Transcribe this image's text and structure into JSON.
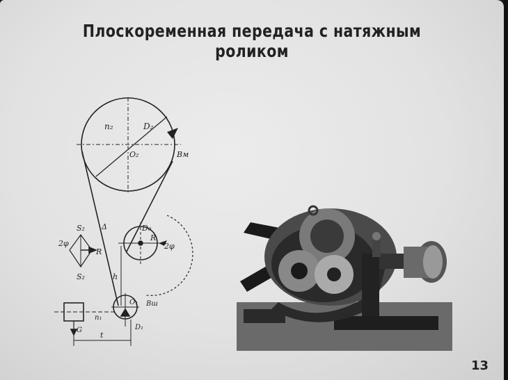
{
  "slide": {
    "title": "Плоскоременная передача с натяжным роликом",
    "page_number": "13"
  },
  "diagram": {
    "labels": {
      "n2": "n₂",
      "d2_big": "D₂",
      "o2": "O₂",
      "bm": "Вм",
      "s2_top": "S₂",
      "s2_bottom": "S₂",
      "two_phi_left": "2φ",
      "r_left": "R",
      "delta": "Δ",
      "d0": "D₀",
      "r_right": "R",
      "two_phi_right": "2φ",
      "h": "h",
      "o1": "O₁",
      "bsh": "Вш",
      "n1": "n₁",
      "d1": "D₁",
      "g": "G",
      "t": "t"
    }
  }
}
